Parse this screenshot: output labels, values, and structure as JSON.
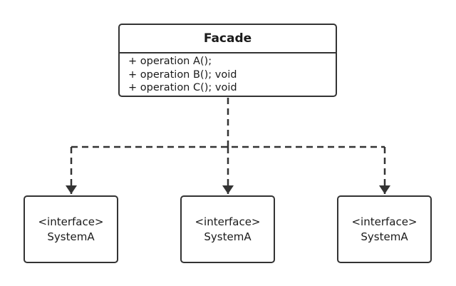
{
  "facade": {
    "name": "Facade",
    "operations": [
      "+ operation A();",
      "+ operation B(); void",
      "+ operation C(); void"
    ]
  },
  "subsystems": [
    {
      "stereotype": "<interface>",
      "name": "SystemA"
    },
    {
      "stereotype": "<interface>",
      "name": "SystemA"
    },
    {
      "stereotype": "<interface>",
      "name": "SystemA"
    }
  ],
  "colors": {
    "stroke": "#333333",
    "background": "#ffffff"
  }
}
